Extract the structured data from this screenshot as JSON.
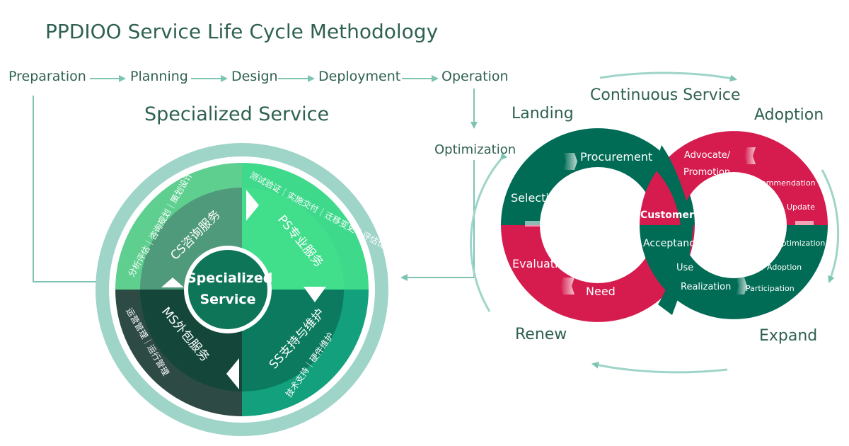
{
  "title": "PPDIOO Service Life Cycle Methodology",
  "flow": [
    "Preparation",
    "Planning",
    "Design",
    "Deployment",
    "Operation",
    "Optimization"
  ],
  "specialized": {
    "heading": "Specialized Service",
    "center": [
      "Specialized",
      "Service"
    ],
    "quadrants": [
      "CS咨询服务",
      "PS专业服务",
      "SS支持与维护",
      "MS外包服务"
    ],
    "outer": {
      "cs": "分析评估｜咨询规划｜策划设计",
      "ps": "测试验证｜实施交付｜迁移变更｜评估优化",
      "ss": "技术支持｜硬件维护",
      "ms": "运营管理｜运行管理"
    }
  },
  "cycle": {
    "landing": "Landing",
    "continuous": "Continuous Service",
    "adoption": "Adoption",
    "renew": "Renew",
    "expand": "Expand",
    "left_items": [
      "Procurement",
      "Selection",
      "Evaluation",
      "Need"
    ],
    "center_items": [
      "Customer",
      "Acceptance",
      "Use",
      "Realization"
    ],
    "right_items": [
      "Advocate/",
      "Promotion",
      "Recommendation",
      "Update",
      "Optimization",
      "Adoption",
      "Participation"
    ]
  },
  "colors": {
    "dark_green": "#006c55",
    "crimson": "#d61c4e",
    "mint": "#4fe08f",
    "pale_teal": "#9fd4c8",
    "text_green": "#2f6152"
  }
}
